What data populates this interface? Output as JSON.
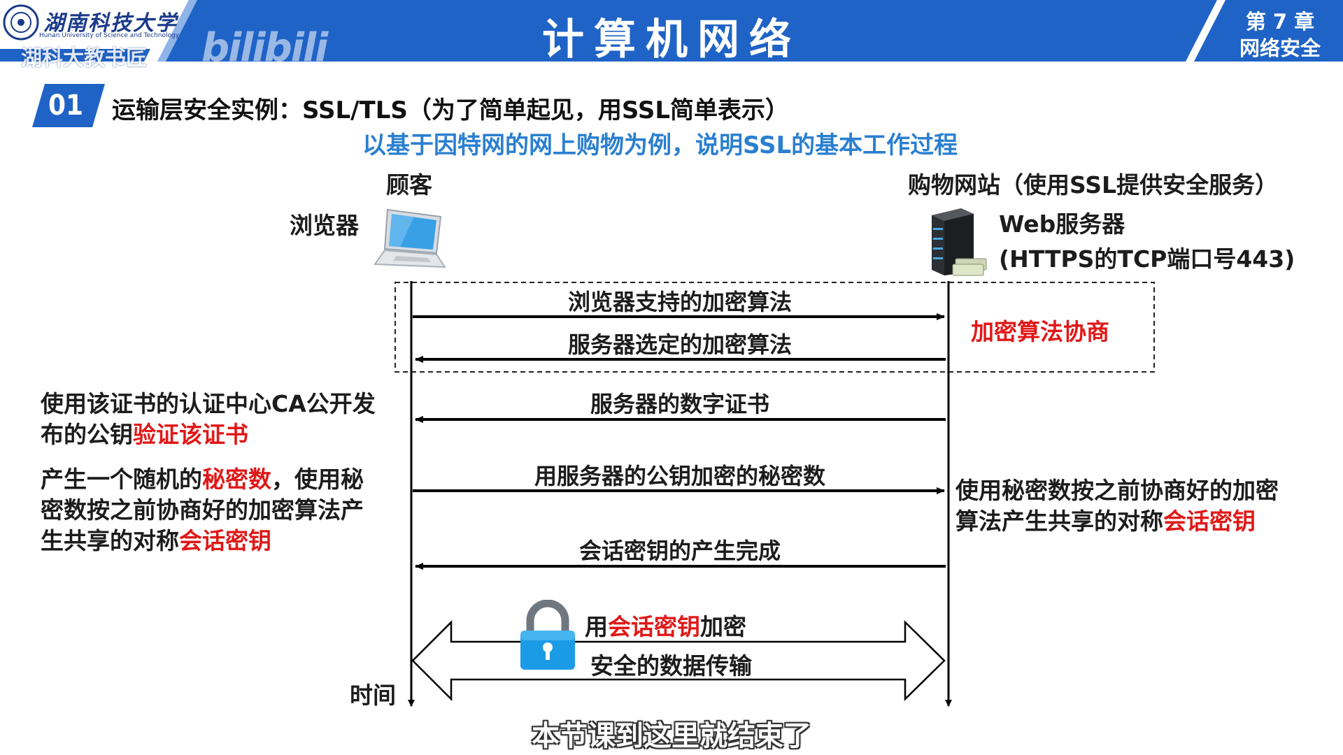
{
  "header": {
    "university_name": "湖南科技大学",
    "university_en": "Hunan University of Science and Technology",
    "watermark_text": "湖科大教书匠",
    "platform_logo": "bilibili",
    "course_title": "计算机网络",
    "chapter_number": "第 7 章",
    "chapter_name": "网络安全"
  },
  "section": {
    "number": "01",
    "title": "运输层安全实例：SSL/TLS（为了简单起见，用SSL简单表示）",
    "subtitle": "以基于因特网的网上购物为例，说明SSL的基本工作过程"
  },
  "client": {
    "role": "顾客",
    "device": "浏览器",
    "icon": "laptop-icon"
  },
  "server": {
    "role": "购物网站（使用SSL提供安全服务）",
    "device_line1": "Web服务器",
    "device_line2": "(HTTPS的TCP端口号443)",
    "icon": "server-icon"
  },
  "messages": [
    {
      "label": "浏览器支持的加密算法",
      "direction": "to-server"
    },
    {
      "label": "服务器选定的加密算法",
      "direction": "to-client"
    },
    {
      "label": "服务器的数字证书",
      "direction": "to-client"
    },
    {
      "label": "用服务器的公钥加密的秘密数",
      "direction": "to-server"
    },
    {
      "label": "会话密钥的产生完成",
      "direction": "to-client"
    }
  ],
  "negotiation_label": "加密算法协商",
  "client_notes": {
    "verify_plain": "使用该证书的认证中心CA公开发",
    "verify_plain2": "布的公钥",
    "verify_red": "验证该证书",
    "gen_plain1": "产生一个随机的",
    "gen_red1": "秘密数",
    "gen_plain2": "，使用秘",
    "gen_plain3": "密数按之前协商好的加密算法产",
    "gen_plain4": "生共享的对称",
    "gen_red2": "会话密钥"
  },
  "server_note": {
    "plain1": "使用秘密数按之前协商好的加密",
    "plain2": "算法产生共享的对称",
    "red": "会话密钥"
  },
  "secure_channel": {
    "prefix": "用",
    "red": "会话密钥",
    "suffix": "加密",
    "line2": "安全的数据传输",
    "icon": "padlock-icon"
  },
  "time_label": "时间",
  "subtitle_caption": "本节课到这里就结束了",
  "colors": {
    "header_blue": "#1f63c6",
    "accent_blue": "#2a7fd0",
    "red": "#e01818"
  }
}
